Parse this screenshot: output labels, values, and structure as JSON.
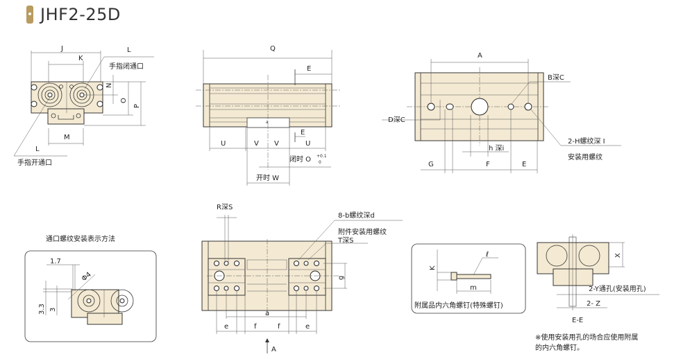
{
  "title": "JHF2-25D",
  "colors": {
    "body": "#f4ead3",
    "accent": "#b89b5e",
    "line": "#333333"
  },
  "end_view": {
    "J": "J",
    "K": "K",
    "L_top": "L",
    "close_port": "手指闭通口",
    "N": "N",
    "O": "O",
    "P": "P",
    "M": "M",
    "L_bottom": "L",
    "open_port": "手指开通口"
  },
  "side_view": {
    "Q": "Q",
    "E_top": "E",
    "E_bottom": "E",
    "U_left": "U",
    "V_left": "V",
    "V_right": "V",
    "U_right": "U",
    "a": "a",
    "close_O": "闭时 O",
    "tol_plus": "+0.1",
    "tol_zero": "0",
    "open_W": "开时 W"
  },
  "top_view": {
    "A": "A",
    "B_depth": "B深C",
    "D_depth": "D深C",
    "thread": "2-H螺纹深 I",
    "mount_thread": "安装用螺纹",
    "h_depth": "h 深i",
    "G": "G",
    "F": "F",
    "E": "E"
  },
  "bottom_view": {
    "R_depth": "R深S",
    "b_thread": "8-b螺纹深d",
    "accessory": "附件安装用螺纹",
    "T_depth": "T深S",
    "g": "g",
    "a": "a",
    "e_left": "e",
    "f_left": "f",
    "f_right": "f",
    "e_right": "e",
    "A": "A"
  },
  "port_box": {
    "title": "通口螺纹安装表示方法",
    "d17": "1.7",
    "phi4": "Φ4",
    "d33": "3.3",
    "d3": "3"
  },
  "screw_box": {
    "K": "K",
    "l": "ℓ",
    "m": "m",
    "caption": "附属品内六角螺钉(特殊螺钉)"
  },
  "section": {
    "X": "X",
    "Y_hole": "2-Y通孔(安装用孔)",
    "Z": "2- Z",
    "label": "E-E",
    "note1": "※使用安装用孔的场合应使用附属",
    "note2": "的内六角螺钉。"
  }
}
